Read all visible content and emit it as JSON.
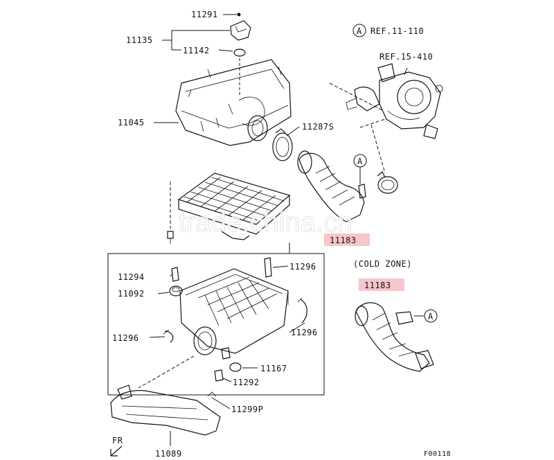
{
  "labels": {
    "p11291": "11291",
    "p11135": "11135",
    "p11142": "11142",
    "p11045": "11045",
    "p11287s": "11287S",
    "p11183_top": "11183",
    "p11294": "11294",
    "p11092": "11092",
    "p11296_left": "11296",
    "p11296_topright": "11296",
    "p11296_right": "11296",
    "p11167": "11167",
    "p11292": "11292",
    "p11299p": "11299P",
    "p11089": "11089",
    "cold_zone": "(COLD ZONE)",
    "p11183_cold": "11183",
    "ref_a": "REF.11-110",
    "ref_turbo": "REF.15-410",
    "callout_a": "A",
    "fr": "FR",
    "figure_code": "F00118"
  },
  "watermark": "trade.china.cn",
  "colors": {
    "highlight": "#f5c6cc",
    "line": "#111111"
  }
}
